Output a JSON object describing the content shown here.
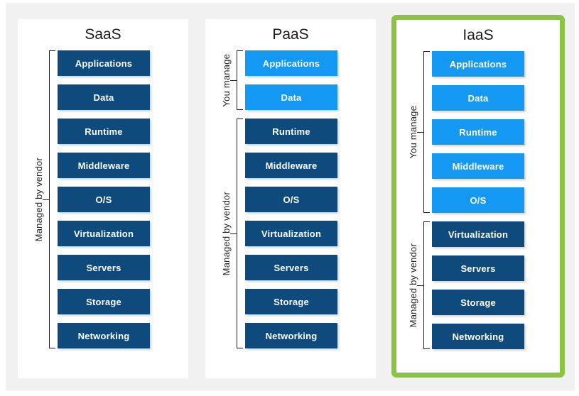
{
  "diagram": {
    "description": "Cloud service model shared responsibility comparison"
  },
  "colors": {
    "dark_blue": "#0e4a7b",
    "light_blue": "#1499f2",
    "highlight_green": "#8ac440",
    "background_gray": "#f1f1f1",
    "card_white": "#ffffff",
    "frame_white": "#ffffff"
  },
  "columns": [
    {
      "id": "saas",
      "title": "SaaS",
      "highlighted": false,
      "groups": [
        {
          "label": "Managed by vendor",
          "shade": "dark",
          "layers": [
            "Applications",
            "Data",
            "Runtime",
            "Middleware",
            "O/S",
            "Virtualization",
            "Servers",
            "Storage",
            "Networking"
          ]
        }
      ]
    },
    {
      "id": "paas",
      "title": "PaaS",
      "highlighted": false,
      "groups": [
        {
          "label": "You manage",
          "shade": "light",
          "layers": [
            "Applications",
            "Data"
          ]
        },
        {
          "label": "Managed by vendor",
          "shade": "dark",
          "layers": [
            "Runtime",
            "Middleware",
            "O/S",
            "Virtualization",
            "Servers",
            "Storage",
            "Networking"
          ]
        }
      ]
    },
    {
      "id": "iaas",
      "title": "IaaS",
      "highlighted": true,
      "groups": [
        {
          "label": "You manage",
          "shade": "light",
          "layers": [
            "Applications",
            "Data",
            "Runtime",
            "Middleware",
            "O/S"
          ]
        },
        {
          "label": "Managed by vendor",
          "shade": "dark",
          "layers": [
            "Virtualization",
            "Servers",
            "Storage",
            "Networking"
          ]
        }
      ]
    }
  ]
}
